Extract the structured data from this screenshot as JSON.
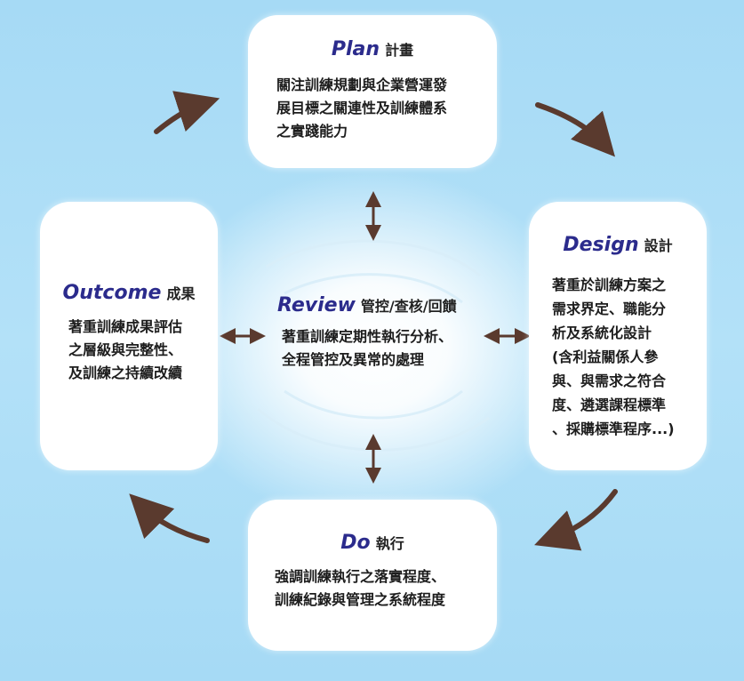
{
  "nodes": {
    "plan": {
      "title_en": "Plan",
      "title_zh": "計畫",
      "lines": [
        "關注訓練規劃與企業營運發",
        "展目標之關連性及訓練體系",
        "之實踐能力"
      ]
    },
    "design": {
      "title_en": "Design",
      "title_zh": "設計",
      "lines": [
        "著重於訓練方案之",
        "需求界定、職能分",
        "析及系統化設計",
        "(含利益關係人參",
        "與、與需求之符合",
        "度、遴選課程標準",
        "、採購標準程序...)"
      ]
    },
    "do": {
      "title_en": "Do",
      "title_zh": "執行",
      "lines": [
        "強調訓練執行之落實程度、",
        "訓練紀錄與管理之系統程度"
      ]
    },
    "outcome": {
      "title_en": "Outcome",
      "title_zh": "成果",
      "lines": [
        "著重訓練成果評估",
        "之層級與完整性、",
        "及訓練之持續改續"
      ]
    },
    "review": {
      "title_en": "Review",
      "title_zh": "管控/查核/回饋",
      "lines": [
        "著重訓練定期性執行分析、",
        "全程管控及異常的處理"
      ]
    }
  },
  "colors": {
    "title_en": "#2b2b8c",
    "arrow": "#5a3a2e",
    "background": "#a9dcf6"
  }
}
